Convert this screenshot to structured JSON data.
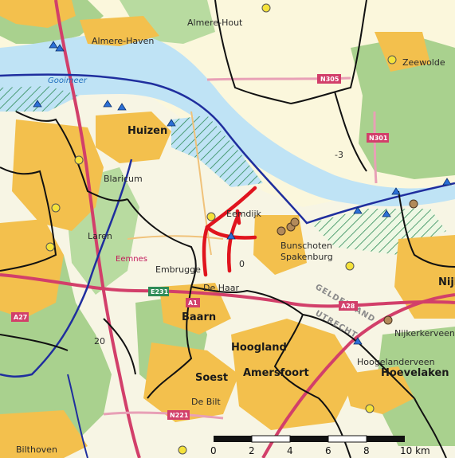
{
  "map": {
    "places": {
      "almere_haven": "Almere-Haven",
      "almere_hout": "Almere-Hout",
      "zeewolde": "Zeewolde",
      "huizen": "Huizen",
      "blaricum": "Blaricum",
      "laren": "Laren",
      "eemnes": "Eemnes",
      "eemdijk": "Eemdijk",
      "bunschoten": "Bunschoten",
      "spakenburg": "Spakenburg",
      "baarn": "Baarn",
      "soest": "Soest",
      "hoogland": "Hoogland",
      "amersfoort": "Amersfoort",
      "nijkerk": "Nijk",
      "nijkerkerveen": "Nijkerkerveen",
      "hoevelaken": "Hoevelaken",
      "bilthoven": "Bilthoven",
      "de_bilt": "De Bilt",
      "de_haar": "De Haar",
      "embrugge": "Embrugge",
      "gooimeer": "Gooimeer",
      "gelderland": "GELDERLAND",
      "utrecht": "UTRECHT",
      "hoevelaken_small": "Hoogelanderveen"
    },
    "roads": {
      "a1": "A1",
      "a27": "A27",
      "n305": "N305",
      "n301": "N301",
      "a28": "A28",
      "e231": "E231",
      "n221": "N221"
    },
    "labels_misc": {
      "num_20": "20",
      "num_3": "-3",
      "num_0": "0"
    },
    "scalebar": {
      "ticks": [
        "0",
        "2",
        "4",
        "6",
        "8",
        "10 km"
      ]
    },
    "colors": {
      "water": "#bfe3f5",
      "urban": "#f3c04d",
      "forest": "#a9d18e",
      "polder": "#fbf7dc",
      "province_border": "#1f2e9e",
      "municipal_border": "#111111",
      "planned_route": "#e0141e"
    }
  }
}
